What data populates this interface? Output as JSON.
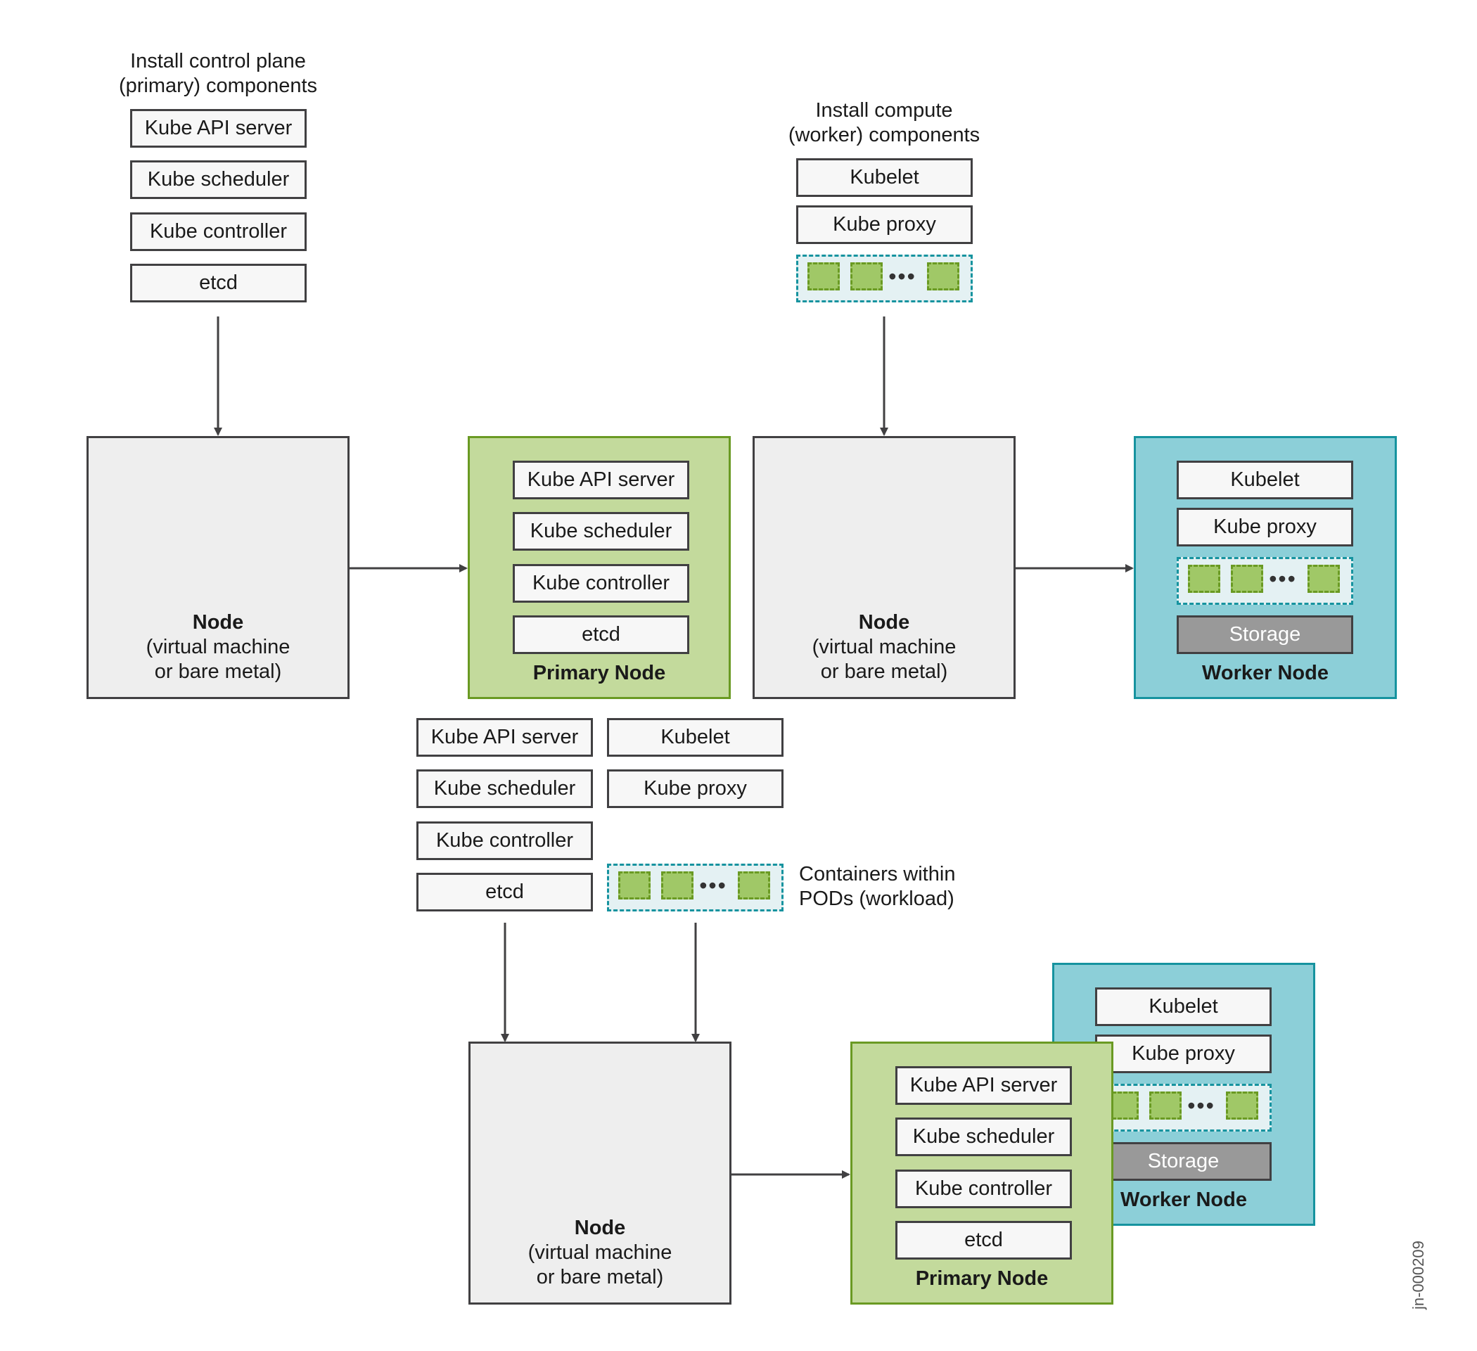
{
  "labels": {
    "control_plane_title": "Install control plane\n(primary) components",
    "compute_title": "Install compute\n(worker) components",
    "containers_note": "Containers within\nPODs (workload)",
    "figure_ref": "jn-000209"
  },
  "components": {
    "api": "Kube API server",
    "scheduler": "Kube scheduler",
    "controller": "Kube controller",
    "etcd": "etcd",
    "kubelet": "Kubelet",
    "proxy": "Kube proxy",
    "storage": "Storage"
  },
  "node": {
    "title": "Node",
    "subtitle": "(virtual machine\nor bare metal)"
  },
  "primary_node": {
    "title": "Primary Node"
  },
  "worker_node": {
    "title": "Worker Node"
  },
  "pod": {
    "ellipsis": "•••"
  },
  "colors": {
    "primary_fill": "#c3da9c",
    "primary_border": "#6a9a23",
    "worker_fill": "#8ccfd8",
    "worker_border": "#16939f",
    "node_fill": "#eeeeee",
    "storage_fill": "#999999",
    "container_fill": "#a0c867"
  }
}
